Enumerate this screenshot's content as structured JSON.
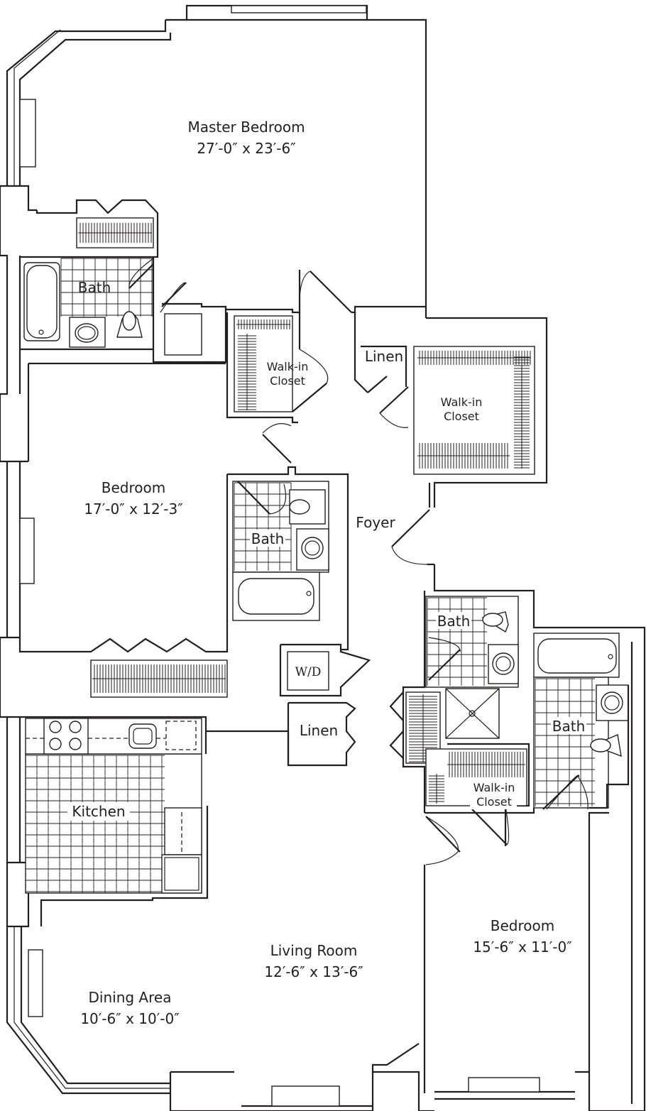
{
  "rooms": {
    "master_bedroom": {
      "name": "Master Bedroom",
      "dims": "27′-0″ x 23′-6″"
    },
    "bedroom_1": {
      "name": "Bedroom",
      "dims": "17′-0″ x 12′-3″"
    },
    "bedroom_2": {
      "name": "Bedroom",
      "dims": "15′-6″ x 11′-0″"
    },
    "living_room": {
      "name": "Living Room",
      "dims": "12′-6″ x 13′-6″"
    },
    "dining_area": {
      "name": "Dining Area",
      "dims": "10′-6″ x 10′-0″"
    },
    "kitchen": {
      "name": "Kitchen"
    },
    "foyer": {
      "name": "Foyer"
    },
    "bath_master": {
      "name": "Bath"
    },
    "bath_center": {
      "name": "Bath"
    },
    "bath_right_a": {
      "name": "Bath"
    },
    "bath_right_b": {
      "name": "Bath"
    },
    "walkin_1": {
      "name_line1": "Walk-in",
      "name_line2": "Closet"
    },
    "walkin_2": {
      "name_line1": "Walk-in",
      "name_line2": "Closet"
    },
    "walkin_3": {
      "name_line1": "Walk-in",
      "name_line2": "Closet"
    },
    "linen_1": {
      "name": "Linen"
    },
    "linen_2": {
      "name": "Linen"
    },
    "washer_dryer": {
      "name": "W/D"
    }
  },
  "colors": {
    "line": "#231f20",
    "background": "#ffffff"
  }
}
